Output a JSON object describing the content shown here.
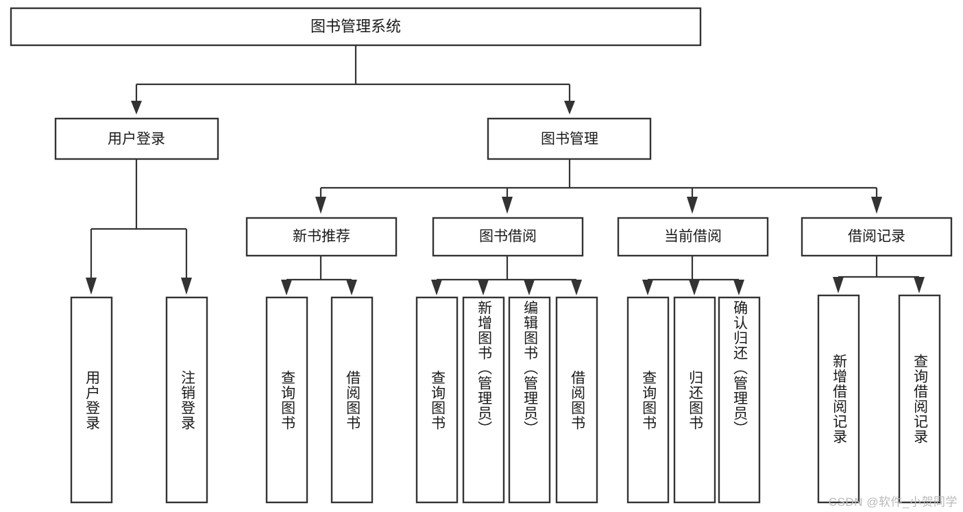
{
  "diagram": {
    "type": "tree-hierarchy",
    "title": "图书管理系统",
    "root": {
      "id": "root",
      "label": "图书管理系统"
    },
    "level2": [
      {
        "id": "user-login",
        "label": "用户登录"
      },
      {
        "id": "book-management",
        "label": "图书管理"
      }
    ],
    "level3": [
      {
        "id": "new-book-recommend",
        "label": "新书推荐",
        "parent": "book-management"
      },
      {
        "id": "book-borrow",
        "label": "图书借阅",
        "parent": "book-management"
      },
      {
        "id": "current-borrow",
        "label": "当前借阅",
        "parent": "book-management"
      },
      {
        "id": "borrow-record",
        "label": "借阅记录",
        "parent": "book-management"
      }
    ],
    "leaves": [
      {
        "id": "leaf-user-login",
        "label": "用户登录",
        "parent": "user-login"
      },
      {
        "id": "leaf-logout-login",
        "label": "注销登录",
        "parent": "user-login"
      },
      {
        "id": "leaf-query-book-1",
        "label": "查询图书",
        "parent": "new-book-recommend"
      },
      {
        "id": "leaf-borrow-book-1",
        "label": "借阅图书",
        "parent": "new-book-recommend"
      },
      {
        "id": "leaf-query-book-2",
        "label": "查询图书",
        "parent": "book-borrow"
      },
      {
        "id": "leaf-add-book",
        "label": "新增图书（管理员）",
        "parent": "book-borrow"
      },
      {
        "id": "leaf-edit-book",
        "label": "编辑图书（管理员）",
        "parent": "book-borrow"
      },
      {
        "id": "leaf-borrow-book-2",
        "label": "借阅图书",
        "parent": "book-borrow"
      },
      {
        "id": "leaf-query-book-3",
        "label": "查询图书",
        "parent": "current-borrow"
      },
      {
        "id": "leaf-return-book",
        "label": "归还图书",
        "parent": "current-borrow"
      },
      {
        "id": "leaf-confirm-return",
        "label": "确认归还（管理员）",
        "parent": "current-borrow"
      },
      {
        "id": "leaf-add-record",
        "label": "新增借阅记录",
        "parent": "borrow-record"
      },
      {
        "id": "leaf-query-record",
        "label": "查询借阅记录",
        "parent": "borrow-record"
      }
    ]
  },
  "watermark": {
    "text": "CSDN @软件_小贺同学"
  },
  "colors": {
    "box_stroke": "#333333",
    "box_fill": "#ffffff",
    "text": "#1a1a1a",
    "watermark": "#b9b9b9",
    "background": "#ffffff"
  }
}
